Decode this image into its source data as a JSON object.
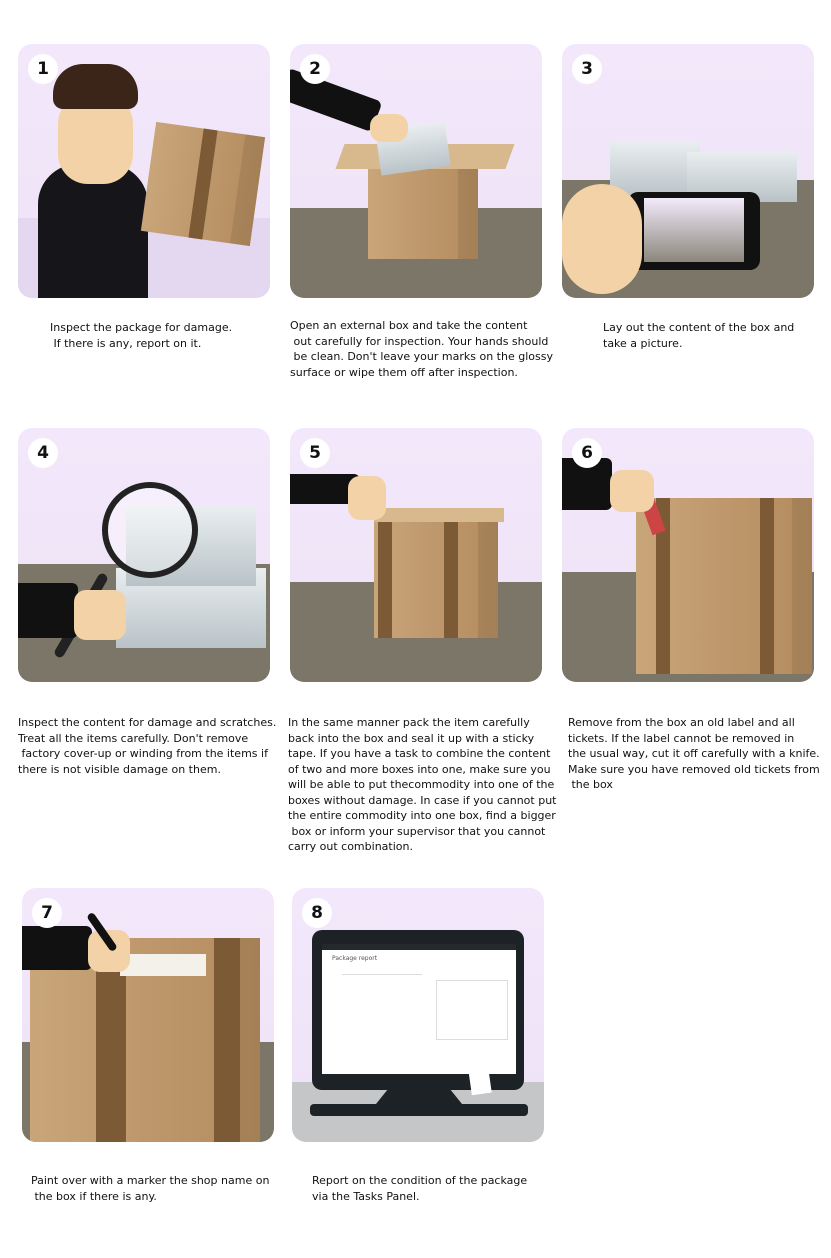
{
  "steps": [
    {
      "number": "1",
      "caption": "Inspect the package for damage.\n If there is any, report on it."
    },
    {
      "number": "2",
      "caption": "Open an external box and take the content\n out carefully for inspection. Your hands should\n be clean. Don't leave your marks on the glossy\nsurface or wipe them off after inspection."
    },
    {
      "number": "3",
      "caption": "Lay out the content of the box and\ntake a picture."
    },
    {
      "number": "4",
      "caption": "Inspect the content for damage and scratches.\nTreat all the items carefully. Don't remove\n factory cover-up or winding from the items if\nthere is not visible damage on them."
    },
    {
      "number": "5",
      "caption": "In the same manner pack the item carefully\nback into the box and seal it up with a sticky\ntape. If you have a task to combine the content\nof two and more boxes into one, make sure you\nwill be able to put thecommodity into one of the\nboxes without damage. In case if you cannot put\nthe entire commodity into one box, find a bigger\n box or inform your supervisor that you cannot\ncarry out combination."
    },
    {
      "number": "6",
      "caption": "Remove from the box an old label and all\ntickets. If the label cannot be removed in\nthe usual way, cut it off carefully with a knife.\nMake sure you have removed old tickets from\n the box"
    },
    {
      "number": "7",
      "caption": "Paint over with a marker the shop name on\n the box if there is any."
    },
    {
      "number": "8",
      "caption": "Report on the condition of the package\nvia the Tasks Panel."
    }
  ],
  "screen": {
    "title": "Package report"
  }
}
